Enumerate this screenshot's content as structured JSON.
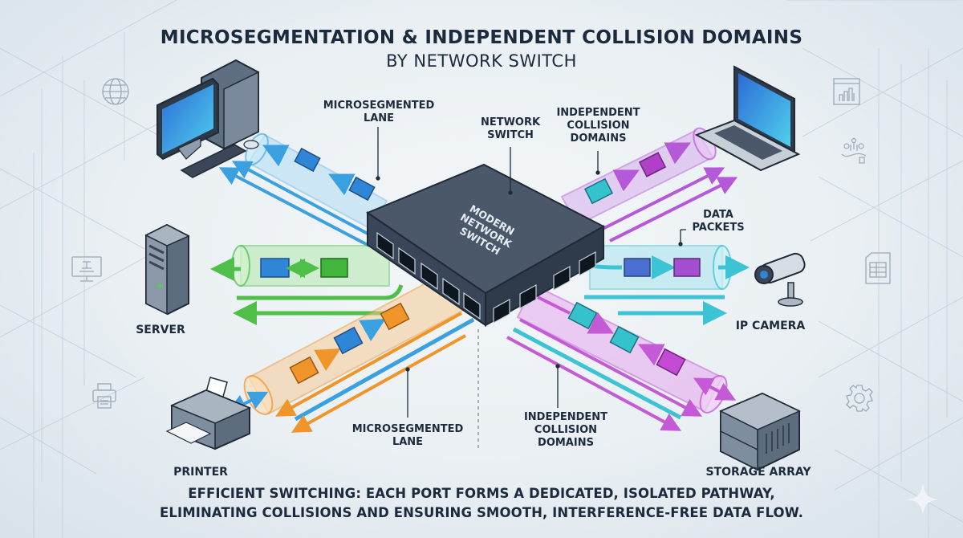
{
  "title": "MICROSEGMENTATION & INDEPENDENT COLLISION DOMAINS",
  "subtitle": "BY NETWORK SWITCH",
  "switch": {
    "callout": "NETWORK SWITCH",
    "top_text": "MODERN NETWORK SWITCH"
  },
  "callouts": {
    "lane_top": "MICROSEGMENTED LANE",
    "domains_top": "INDEPENDENT COLLISION DOMAINS",
    "data_packets": "DATA PACKETS",
    "lane_bottom": "MICROSEGMENTED LANE",
    "domains_bottom": "INDEPENDENT COLLISION DOMAINS"
  },
  "devices": {
    "desktop": "",
    "laptop": "",
    "server": "SERVER",
    "ip_camera": "IP CAMERA",
    "printer": "PRINTER",
    "storage": "STORAGE ARRAY"
  },
  "lanes": [
    {
      "name": "desktop-lane",
      "color": "#3aa0e0",
      "direction": "to-device"
    },
    {
      "name": "laptop-lane",
      "color": "#b45ad8",
      "direction": "to-device"
    },
    {
      "name": "server-lane",
      "color": "#4fbf4a",
      "direction": "bidirectional"
    },
    {
      "name": "camera-lane",
      "color": "#3cc3d4",
      "direction": "to-device"
    },
    {
      "name": "printer-lane",
      "color": "#f0952a",
      "direction": "bidirectional"
    },
    {
      "name": "storage-lane",
      "color": "#c45ad6",
      "direction": "bidirectional"
    }
  ],
  "footer": {
    "line1": "EFFICIENT SWITCHING: EACH PORT FORMS A DEDICATED, ISOLATED PATHWAY,",
    "line2": "ELIMINATING COLLISIONS AND ENSURING SMOOTH, INTERFERENCE-FREE DATA FLOW."
  },
  "background_icons": [
    "globe-icon",
    "monitor-icon",
    "printer-icon",
    "chart-window-icon",
    "network-nodes-icon",
    "document-icon",
    "gear-icon",
    "sparkle-icon"
  ],
  "colors": {
    "title": "#1b2a3d",
    "switch_body": "#3f4d5e",
    "blue": "#3aa0e0",
    "purple": "#b45ad8",
    "green": "#4fbf4a",
    "cyan": "#3cc3d4",
    "orange": "#f0952a"
  }
}
